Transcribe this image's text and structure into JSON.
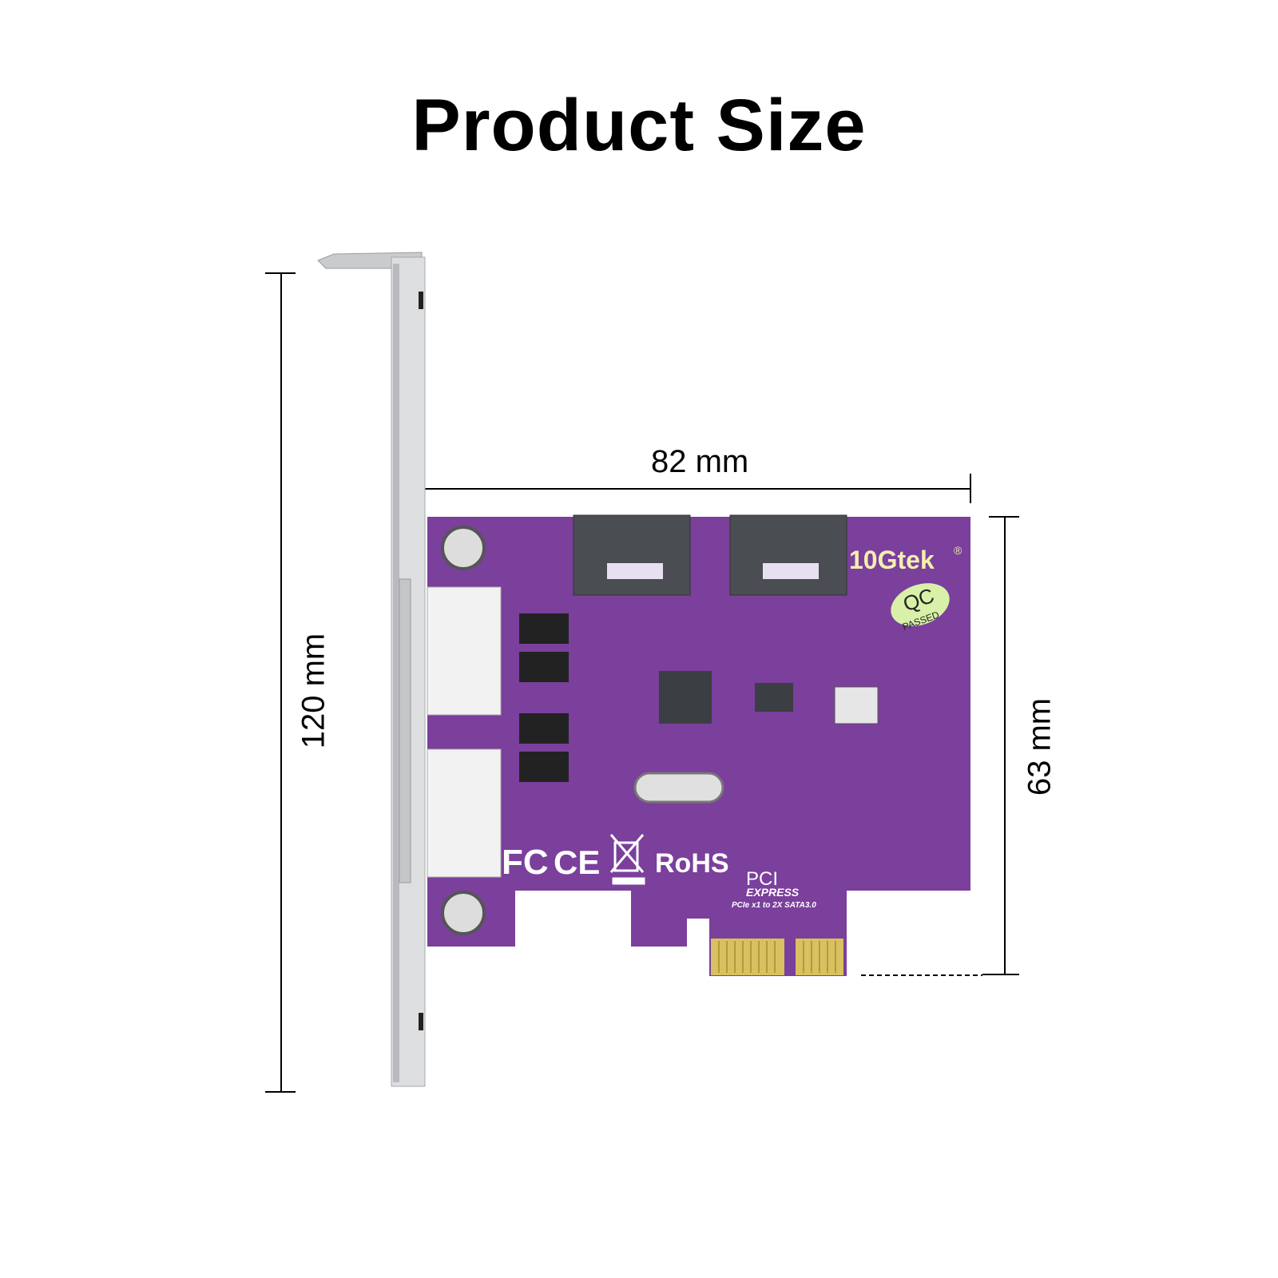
{
  "title": "Product Size",
  "dimensions": {
    "height": "120 mm",
    "length": "82 mm",
    "board_height": "63 mm"
  },
  "board": {
    "brand": "10Gtek",
    "registered": "®",
    "qc_top": "QC",
    "qc_bottom": "PASSED",
    "cert_fc": "FC",
    "cert_ce": "CE",
    "cert_rohs": "RoHS",
    "pci": "PCI",
    "express": "EXPRESS",
    "model": "PCIe x1 to 2X SATA3.0"
  },
  "colors": {
    "pcb": "#7b3f9c",
    "logo": "#f3efb0",
    "qc_badge": "#d8f0a8",
    "gold": "#d9c060",
    "bracket": "#d6d8da"
  }
}
